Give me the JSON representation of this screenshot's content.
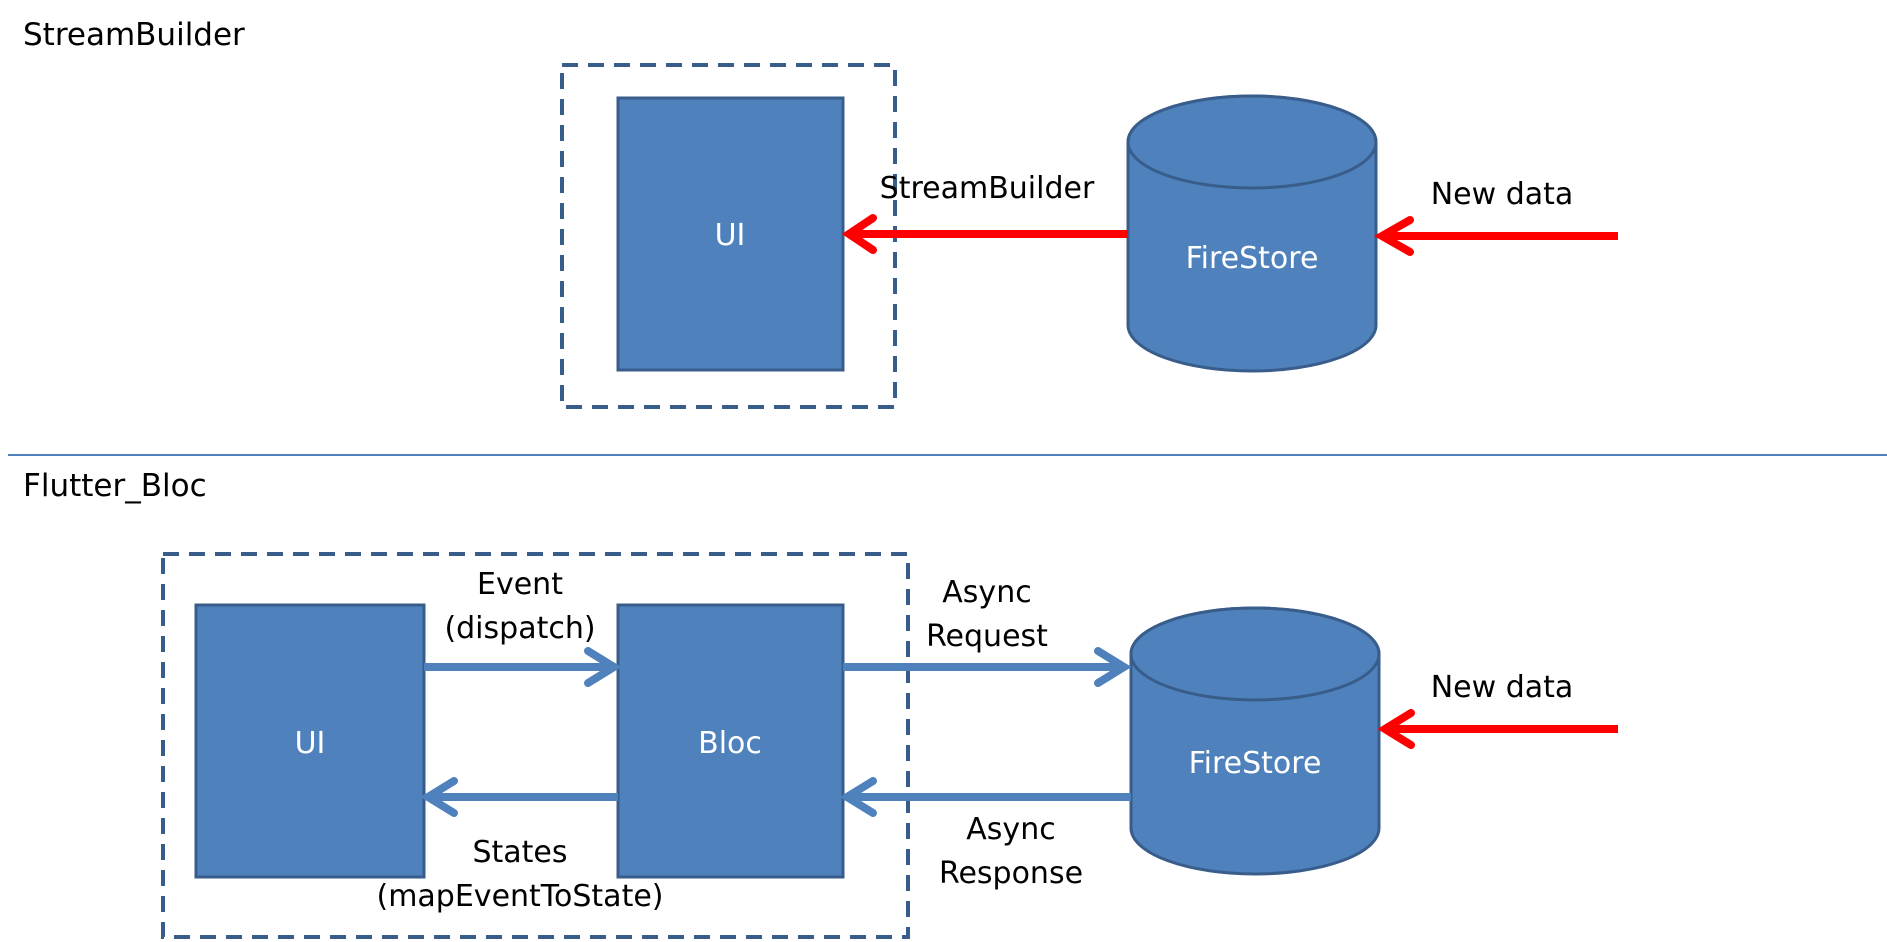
{
  "colors": {
    "node_fill": "#4F81BD",
    "node_stroke": "#385D8A",
    "dashed_border": "#385D8A",
    "divider": "#4F81BD",
    "stream_arrow": "#FF0000",
    "bloc_arrow": "#4F81BD"
  },
  "sections": {
    "stream_builder": {
      "title": "StreamBuilder",
      "ui_label": "UI",
      "db_label": "FireStore",
      "arrow_label": "StreamBuilder",
      "new_data_label": "New data"
    },
    "flutter_bloc": {
      "title": "Flutter_Bloc",
      "ui_label": "UI",
      "bloc_label": "Bloc",
      "db_label": "FireStore",
      "event_label_1": "Event",
      "event_label_2": "(dispatch)",
      "states_label_1": "States",
      "states_label_2": "(mapEventToState)",
      "request_label_1": "Async",
      "request_label_2": "Request",
      "response_label_1": "Async",
      "response_label_2": "Response",
      "new_data_label": "New data"
    }
  }
}
